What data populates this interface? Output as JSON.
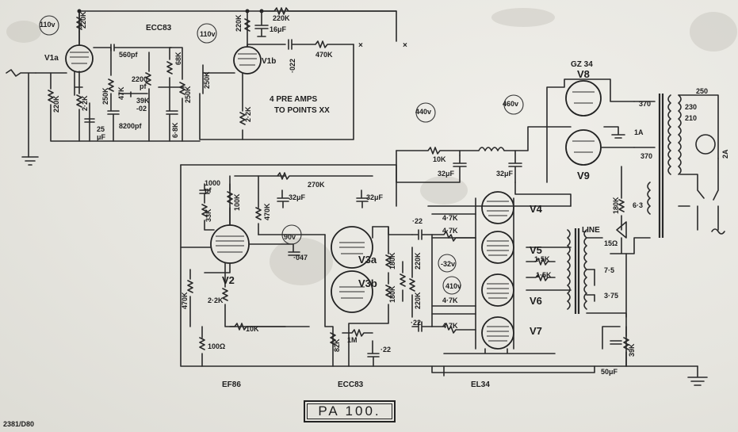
{
  "labels": {
    "v1a_volt": "110v",
    "v1a": "V1a",
    "r220k_a": "220K",
    "ecc83_top": "ECC83",
    "c560pf": "560pf",
    "c2200pf": "2200",
    "pf": "pf",
    "r39k": "39K",
    "c02": "-02",
    "c8200pf": "8200pf",
    "r220k_b": "220K",
    "r2k2_a": "2·2K",
    "c25": "25",
    "uf": "μF",
    "p250k_a": "250K",
    "r68k": "68K",
    "p250k_b": "250K",
    "p250k_c": "250K",
    "r47k": "47K",
    "r6k8": "6·8K",
    "v1b_volt": "110v",
    "r220k_c": "220K",
    "v1b": "V1b",
    "r220k_d": "220K",
    "c16uf": "16μF",
    "r470k_a": "470K",
    "c022": "·022",
    "x": "×",
    "note1": "4 PRE AMPS",
    "note2": "TO POINTS XX",
    "r2k2_b": "2·2K",
    "c1000pf": "1000",
    "r33k": "33K",
    "r100k_a": "100K",
    "r470k_b": "470K",
    "c32uf": "32μF",
    "r270k": "270K",
    "v2_volt": "90v",
    "c047": "·047",
    "v2": "V2",
    "r470k_c": "470K",
    "r2k2_c": "2·2K",
    "r10k_a": "10K",
    "r100": "100Ω",
    "ef86": "EF86",
    "v3a": "V3a",
    "v3b": "V3b",
    "r180k_a": "180K",
    "r180k_b": "180K",
    "r220k_e": "220K",
    "r220k_f": "220K",
    "c22": "·22",
    "r82k": "82K",
    "r1m": "1M",
    "ecc83_bottom": "ECC83",
    "r4k7": "4·7K",
    "bias_volt": "-32v",
    "screen_volt": "410v",
    "v4": "V4",
    "v5": "V5",
    "v6": "V6",
    "v7": "V7",
    "r1k5": "1·5K",
    "el34": "EL34",
    "line": "LINE",
    "t15": "15Ω",
    "t75": "7·5",
    "t375": "3·75",
    "c50uf": "50μF",
    "r39k_b": "39K",
    "v440": "440v",
    "v460": "460v",
    "r10k_b": "10K",
    "gz34": "GZ 34",
    "v8": "V8",
    "v9": "V9",
    "f1a": "1A",
    "s370": "370",
    "p250": "250",
    "p230": "230",
    "p210": "210",
    "f2a": "2A",
    "h63": "6·3",
    "r180k_c": "180K"
  },
  "footer": {
    "model": "PA 100.",
    "drawing_no": "2381/D80"
  }
}
